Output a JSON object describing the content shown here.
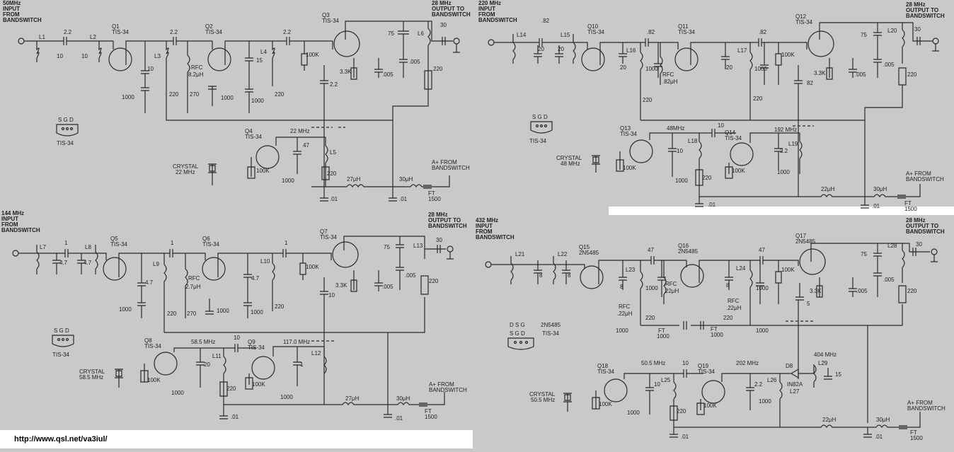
{
  "url": "http://www.qsl.net/va3iul/",
  "colors": {
    "paper": "#c9c9c9",
    "ink": "#2a2a2a",
    "blank": "#ffffff"
  },
  "common": {
    "output": "OUTPUT TO",
    "bandswitch": "BANDSWITCH",
    "a_plus": "A+ FROM",
    "ft": "FT",
    "ft_value": "1500",
    "r100k": "100K",
    "r3k3": "3.3K",
    "r220": "220",
    "c005": ".005",
    "c01": ".01",
    "c1000": "1000",
    "c75": "75",
    "c30": "30",
    "sgd": "S G D",
    "tis34": "TIS-34",
    "crystal": "CRYSTAL",
    "l27uH": "27μH",
    "l30uH": "30μH",
    "l22uH": "22μH"
  },
  "panels": {
    "p50": {
      "input": [
        "50MHz",
        "INPUT",
        "FROM",
        "BANDSWITCH"
      ],
      "output_freq": "28 MHz",
      "inductors": [
        "L1",
        "L2",
        "L3",
        "L4",
        "L5",
        "L6"
      ],
      "transistors": [
        {
          "id": "Q1",
          "type": "TIS-34"
        },
        {
          "id": "Q2",
          "type": "TIS-34"
        },
        {
          "id": "Q3",
          "type": "TIS-34"
        },
        {
          "id": "Q4",
          "type": "TIS-34"
        }
      ],
      "caps": [
        "2.2",
        "10",
        "10",
        "2.2",
        "10",
        "1000",
        "15",
        "1000",
        "2.2",
        "2.2",
        "47",
        "1000"
      ],
      "rfc": [
        "RFC",
        "8.2μH"
      ],
      "res": [
        "270",
        "220"
      ],
      "xtal": "22 MHz",
      "osc_freq": "22 MHz"
    },
    "p220": {
      "input": [
        "220 MHz",
        "INPUT",
        "FROM",
        "BANDSWITCH"
      ],
      "output_freq": "28 MHz",
      "inductors": [
        "L14",
        "L15",
        "L16",
        "L17",
        "L18",
        "L19",
        "L20"
      ],
      "transistors": [
        {
          "id": "Q10",
          "type": "TIS-34"
        },
        {
          "id": "Q11",
          "type": "TIS-34"
        },
        {
          "id": "Q12",
          "type": "TIS-34"
        },
        {
          "id": "Q13",
          "type": "TIS-34"
        },
        {
          "id": "Q14",
          "type": "TIS-34"
        }
      ],
      "caps": [
        ".82",
        "20",
        "20",
        ".82",
        "20",
        "1000",
        ".82",
        "20",
        "1000",
        "82",
        "10",
        "10",
        "2.2",
        "1000"
      ],
      "rfc": [
        "RFC",
        ".82μH"
      ],
      "xtal": "48 MHz",
      "osc_freq": "48MHz",
      "mult_freq": "192 MHz"
    },
    "p144": {
      "input": [
        "144 MHz",
        "INPUT",
        "FROM",
        "BANDSWITCH"
      ],
      "output_freq": "28 MHz",
      "inductors": [
        "L7",
        "L8",
        "L9",
        "L10",
        "L11",
        "L12",
        "L13"
      ],
      "transistors": [
        {
          "id": "Q5",
          "type": "TIS-34"
        },
        {
          "id": "Q6",
          "type": "TIS-34"
        },
        {
          "id": "Q7",
          "type": "TIS-34"
        },
        {
          "id": "Q8",
          "type": "TIS-34"
        },
        {
          "id": "Q9",
          "type": "TIS-34"
        }
      ],
      "caps": [
        "1",
        "4.7",
        "4.7",
        "1",
        "4.7",
        "1000",
        "4.7",
        "1000",
        "1",
        "10",
        "20",
        "10",
        "1",
        "1000"
      ],
      "rfc": [
        "RFC",
        "2.7μH"
      ],
      "res": [
        "270"
      ],
      "xtal": "58.5 MHz",
      "osc_freq": "58.5 MHz",
      "mult_freq": "117.0 MHz"
    },
    "p432": {
      "input": [
        "432 MHz",
        "INPUT",
        "FROM",
        "BANDSWITCH"
      ],
      "output_freq": "28 MHz",
      "inductors": [
        "L21",
        "L22",
        "L23",
        "L24",
        "L25",
        "L26",
        "L27",
        "L28",
        "L29"
      ],
      "transistors": [
        {
          "id": "Q15",
          "type": "2N5485"
        },
        {
          "id": "Q16",
          "type": "2N5485"
        },
        {
          "id": "Q17",
          "type": "2N5485"
        },
        {
          "id": "Q18",
          "type": "TIS-34"
        },
        {
          "id": "Q19",
          "type": "TIS-34"
        }
      ],
      "caps": [
        "8",
        "8",
        "47",
        "8",
        "1000",
        "47",
        "8",
        "1000",
        "5",
        "1000",
        "1000",
        "10",
        "10",
        "1000",
        "2.2",
        "1000",
        "15"
      ],
      "rfc": [
        [
          "RFC",
          ".22μH"
        ],
        [
          "RFC",
          "22μH"
        ],
        [
          "RFC",
          ".22μH"
        ]
      ],
      "ft": [
        "FT",
        "1000",
        "FT",
        "1000"
      ],
      "diode": [
        "D8",
        "IN82A"
      ],
      "pinout": [
        "D S G",
        "S G D",
        "2N5485",
        "TIS-34"
      ],
      "xtal": "50.5 MHz",
      "osc_freq": "50.5 MHz",
      "mult_freq": "202 MHz",
      "mult2_freq": "404 MHz"
    }
  }
}
